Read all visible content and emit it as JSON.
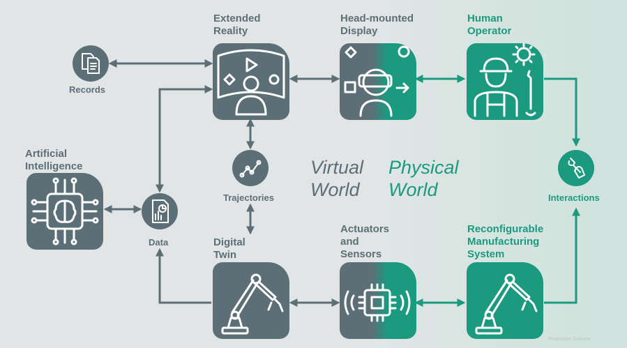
{
  "nodes": {
    "extended_reality": {
      "line1": "Extended",
      "line2": "Reality"
    },
    "head_mounted_display": {
      "line1": "Head-mounted",
      "line2": "Display"
    },
    "human_operator": {
      "line1": "Human",
      "line2": "Operator"
    },
    "artificial_intelligence": {
      "line1": "Artificial",
      "line2": "Intelligence"
    },
    "digital_twin": {
      "line1": "Digital",
      "line2": "Twin"
    },
    "actuators_sensors": {
      "line1": "Actuators",
      "line2": "and",
      "line3": "Sensors"
    },
    "rms": {
      "line1": "Reconfigurable",
      "line2": "Manufacturing",
      "line3": "System"
    },
    "records": {
      "label": "Records"
    },
    "trajectories": {
      "label": "Trajectories"
    },
    "data": {
      "label": "Data"
    },
    "interactions": {
      "label": "Interactions"
    }
  },
  "worlds": {
    "virtual": {
      "line1": "Virtual",
      "line2": "World"
    },
    "physical": {
      "line1": "Physical",
      "line2": "World"
    }
  },
  "watermark": "Production Science",
  "colors": {
    "virtual": "#5c6f77",
    "physical": "#1b9a80",
    "background": "#e2e5e6"
  },
  "icons": [
    "document-icon",
    "vr-headset-icon",
    "worker-icon",
    "gear-icon",
    "wrench-icon",
    "brain-chip-icon",
    "report-icon",
    "trajectory-icon",
    "robot-arm-icon",
    "chip-sensor-icon",
    "hand-tool-icon"
  ]
}
